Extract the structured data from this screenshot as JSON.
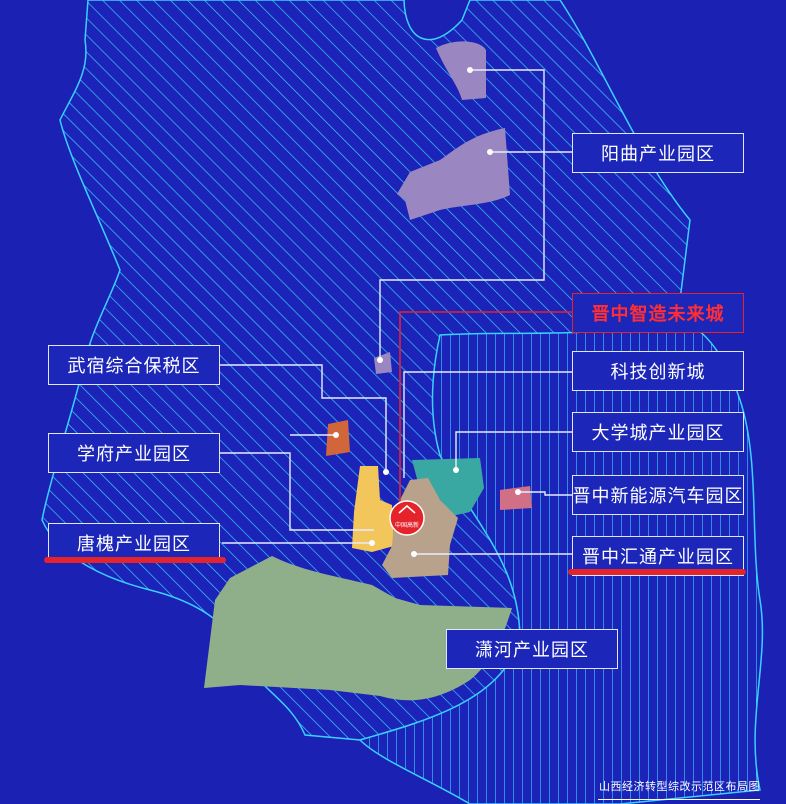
{
  "map_title": "山西经济转型综改示范区布局图",
  "colors": {
    "background": "#1b21b3",
    "region_outline": "#3ad0ff",
    "leader_line": "#e7ecff",
    "highlight": "#e5232b",
    "zone_purple": "#9a86c0",
    "zone_teal": "#3aa8a2",
    "zone_tan": "#b8a28c",
    "zone_yellow": "#f2c65a",
    "zone_green": "#8fae8a",
    "zone_orange": "#d0663a",
    "zone_pink": "#d16f86"
  },
  "labels": {
    "yangqu": "阳曲产业园区",
    "jinzhong_future": "晋中智造未来城",
    "wusu": "武宿综合保税区",
    "keji": "科技创新城",
    "xuefu": "学府产业园区",
    "daxuecheng": "大学城产业园区",
    "xinnengyuan": "晋中新能源汽车园区",
    "tanghuai": "唐槐产业园区",
    "huitong": "晋中汇通产业园区",
    "xiaohe": "潇河产业园区"
  },
  "logo": {
    "text": "中国高新",
    "icon": "company-logo-icon"
  }
}
